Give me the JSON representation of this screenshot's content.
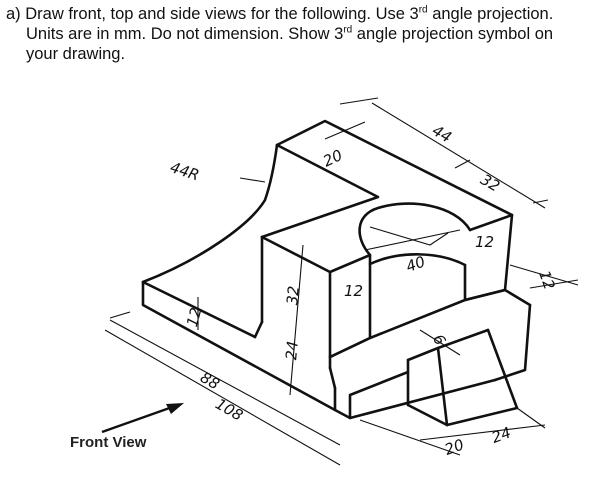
{
  "question": {
    "prefix": "a)",
    "line1_a": "Draw front, top and side views for the following. Use 3",
    "line1_sup": "rd",
    "line1_b": " angle projection.",
    "line2_a": "Units are in mm. Do not dimension. Show 3",
    "line2_sup": "rd",
    "line2_b": " angle projection symbol on",
    "line3": "your drawing."
  },
  "drawing": {
    "type": "isometric engineering drawing",
    "front_view_label": "Front View",
    "dimensions": {
      "radius": "44R",
      "top_width": "20",
      "top_length_1": "44",
      "top_length_2": "32",
      "circle_dia": "40",
      "block_height_left": "12",
      "block_height_right": "12",
      "step_right": "12",
      "base_thickness": "12",
      "upper_height": "32",
      "lower_height": "24",
      "base_length_inner": "88",
      "base_length_total": "108",
      "slot_width": "6",
      "bottom_1": "20",
      "bottom_2": "24"
    }
  }
}
